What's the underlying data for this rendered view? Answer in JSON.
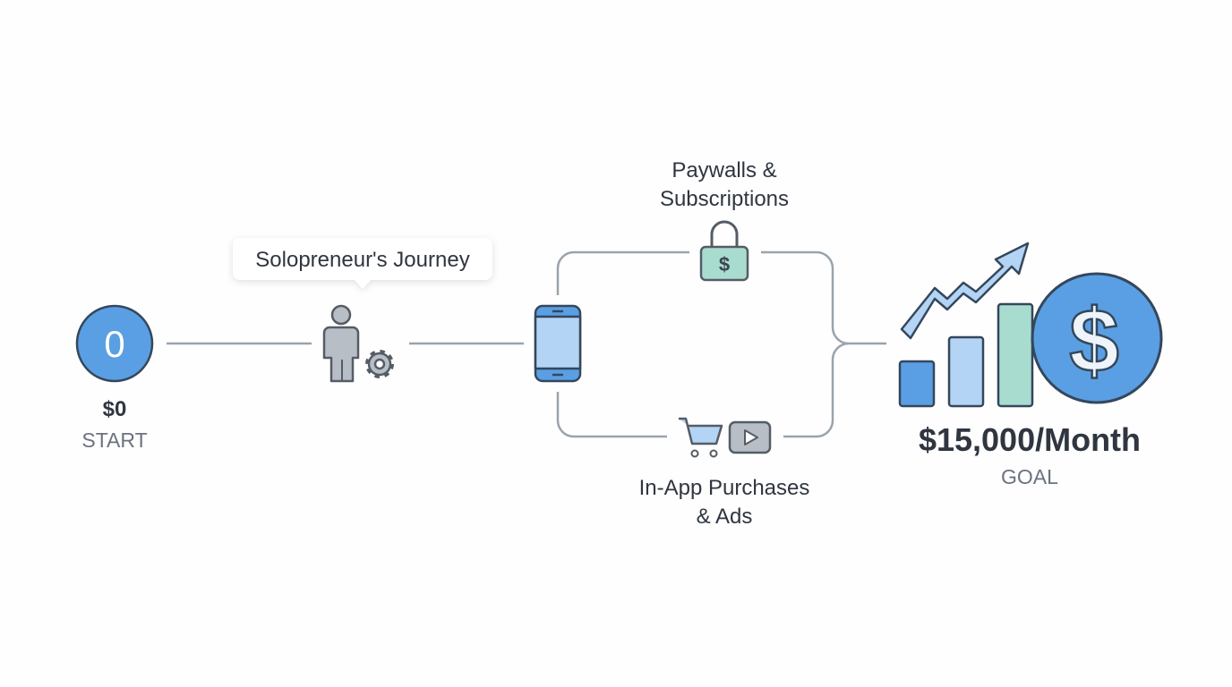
{
  "start": {
    "circle_label": "0",
    "amount": "$0",
    "caption": "START"
  },
  "tooltip": {
    "text": "Solopreneur's Journey"
  },
  "branches": {
    "top": {
      "line1": "Paywalls &",
      "line2": "Subscriptions",
      "icon": "lock-dollar-icon"
    },
    "bottom": {
      "line1": "In-App Purchases",
      "line2": "& Ads",
      "icons": [
        "cart-icon",
        "play-icon"
      ]
    }
  },
  "goal": {
    "amount": "$15,000/Month",
    "caption": "GOAL",
    "coin_symbol": "$"
  },
  "colors": {
    "blue": "#5a9fe3",
    "light_blue": "#b3d4f5",
    "mint": "#a8dccf",
    "gray": "#b8bec6",
    "ink": "#34475c",
    "line": "#9aa3ad"
  }
}
